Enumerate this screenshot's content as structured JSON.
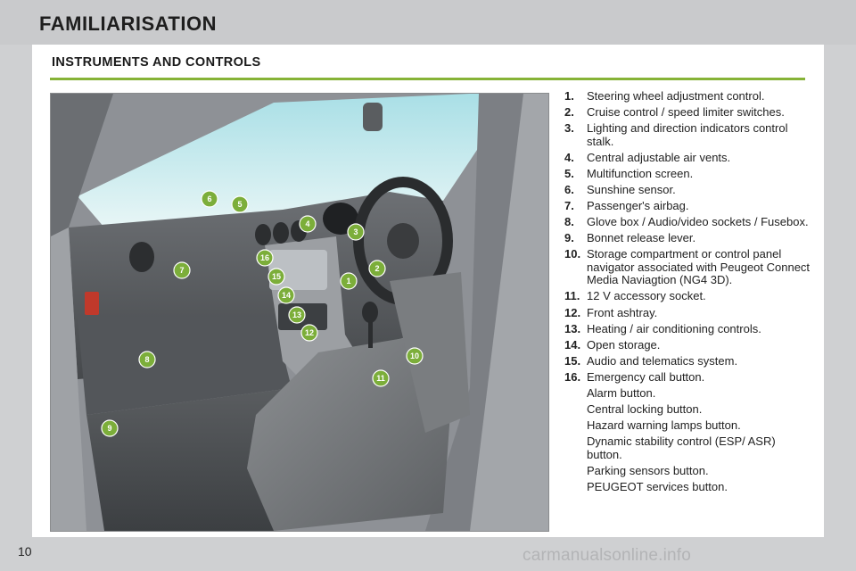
{
  "header": {
    "title": "FAMILIARISATION"
  },
  "section": {
    "title": "INSTRUMENTS AND CONTROLS"
  },
  "items": [
    {
      "num": "1.",
      "text": "Steering wheel adjustment control."
    },
    {
      "num": "2.",
      "text": "Cruise control / speed limiter switches."
    },
    {
      "num": "3.",
      "text": "Lighting and direction indicators control stalk."
    },
    {
      "num": "4.",
      "text": "Central adjustable air vents."
    },
    {
      "num": "5.",
      "text": "Multifunction screen."
    },
    {
      "num": "6.",
      "text": "Sunshine sensor."
    },
    {
      "num": "7.",
      "text": "Passenger's airbag."
    },
    {
      "num": "8.",
      "text": "Glove box / Audio/video sockets / Fusebox."
    },
    {
      "num": "9.",
      "text": "Bonnet release lever."
    },
    {
      "num": "10.",
      "text": "Storage compartment or control panel navigator associated with Peugeot Connect Media Naviagtion (NG4 3D)."
    },
    {
      "num": "11.",
      "text": "12 V accessory socket."
    },
    {
      "num": "12.",
      "text": "Front ashtray."
    },
    {
      "num": "13.",
      "text": "Heating / air conditioning controls."
    },
    {
      "num": "14.",
      "text": "Open storage."
    },
    {
      "num": "15.",
      "text": "Audio and telematics system."
    },
    {
      "num": "16.",
      "text": "Emergency call button."
    }
  ],
  "subitems": [
    "Alarm button.",
    "Central locking button.",
    "Hazard warning lamps button.",
    "Dynamic stability control (ESP/ ASR) button.",
    "Parking sensors button.",
    "PEUGEOT services button."
  ],
  "callouts": [
    "1",
    "2",
    "3",
    "4",
    "5",
    "6",
    "7",
    "8",
    "9",
    "10",
    "11",
    "12",
    "13",
    "14",
    "15",
    "16"
  ],
  "callout_color": "#7cae3a",
  "accent_color": "#86b337",
  "footer": {
    "page_number": "10",
    "watermark": "carmanualsonline.info"
  }
}
